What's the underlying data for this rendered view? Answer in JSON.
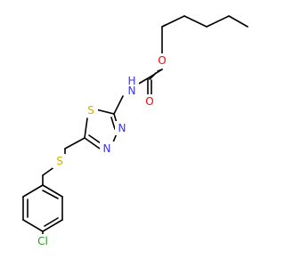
{
  "colors": {
    "background": "#ffffff",
    "bond": "#000000",
    "oxygen": "#ff0000",
    "nitrogen": "#3333ff",
    "sulfur": "#ccb400",
    "chlorine": "#1fa01f",
    "carbon": "#000000"
  },
  "atoms": [
    {
      "id": "o_ester",
      "label": "O",
      "color": "oxygen"
    },
    {
      "id": "o_carbonyl",
      "label": "O",
      "color": "oxygen"
    },
    {
      "id": "nh",
      "label": "H\nN",
      "top": "H",
      "bottom": "N",
      "color": "nitrogen"
    },
    {
      "id": "s_ring",
      "label": "S",
      "color": "sulfur"
    },
    {
      "id": "n_ring_upper",
      "label": "N",
      "color": "nitrogen"
    },
    {
      "id": "n_ring_lower",
      "label": "N",
      "color": "nitrogen"
    },
    {
      "id": "s_thioether",
      "label": "S",
      "color": "sulfur"
    },
    {
      "id": "cl",
      "label": "Cl",
      "color": "chlorine"
    }
  ]
}
